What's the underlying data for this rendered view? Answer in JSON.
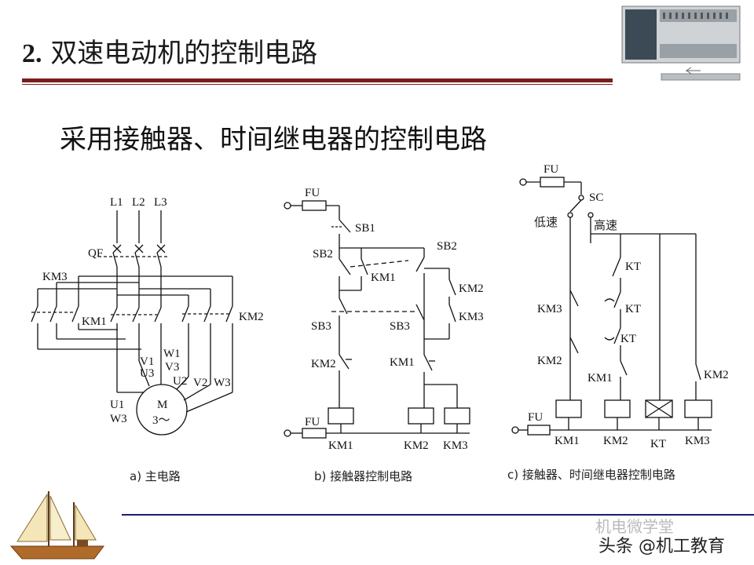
{
  "slide": {
    "title_num": "2.",
    "title_text": "双速电动机的控制电路",
    "subtitle": "采用接触器、时间继电器的控制电路"
  },
  "diagram_a": {
    "caption": "a) 主电路",
    "phase_labels": [
      "L1",
      "L2",
      "L3"
    ],
    "breaker": "QF",
    "km3": "KM3",
    "km1": "KM1",
    "km2": "KM2",
    "terminals": [
      "W1",
      "V1",
      "U3",
      "V3",
      "U2",
      "V2",
      "W3",
      "U1",
      "W3"
    ],
    "motor_top": "M",
    "motor_bottom": "3～"
  },
  "diagram_b": {
    "caption": "b) 接触器控制电路",
    "fu_top": "FU",
    "sb1": "SB1",
    "sb2_left": "SB2",
    "sb2_right": "SB2",
    "km1_contact": "KM1",
    "km2_contact_r": "KM2",
    "km3_contact_r": "KM3",
    "sb3_left": "SB3",
    "sb3_right": "SB3",
    "km2_inter": "KM2",
    "km1_inter": "KM1",
    "fu_bottom": "FU",
    "coils": [
      "KM1",
      "KM2",
      "KM3"
    ]
  },
  "diagram_c": {
    "caption": "c) 接触器、时间继电器控制电路",
    "fu_top": "FU",
    "sc": "SC",
    "low": "低速",
    "high": "高速",
    "kt1": "KT",
    "kt2": "KT",
    "kt3": "KT",
    "km3": "KM3",
    "km2": "KM2",
    "km1": "KM1",
    "km2_right": "KM2",
    "fu_bottom": "FU",
    "coils": [
      "KM1",
      "KM2",
      "KT",
      "KM3"
    ]
  },
  "watermark": {
    "line1": "机电微学堂",
    "line2": "头条 @机工教育"
  }
}
